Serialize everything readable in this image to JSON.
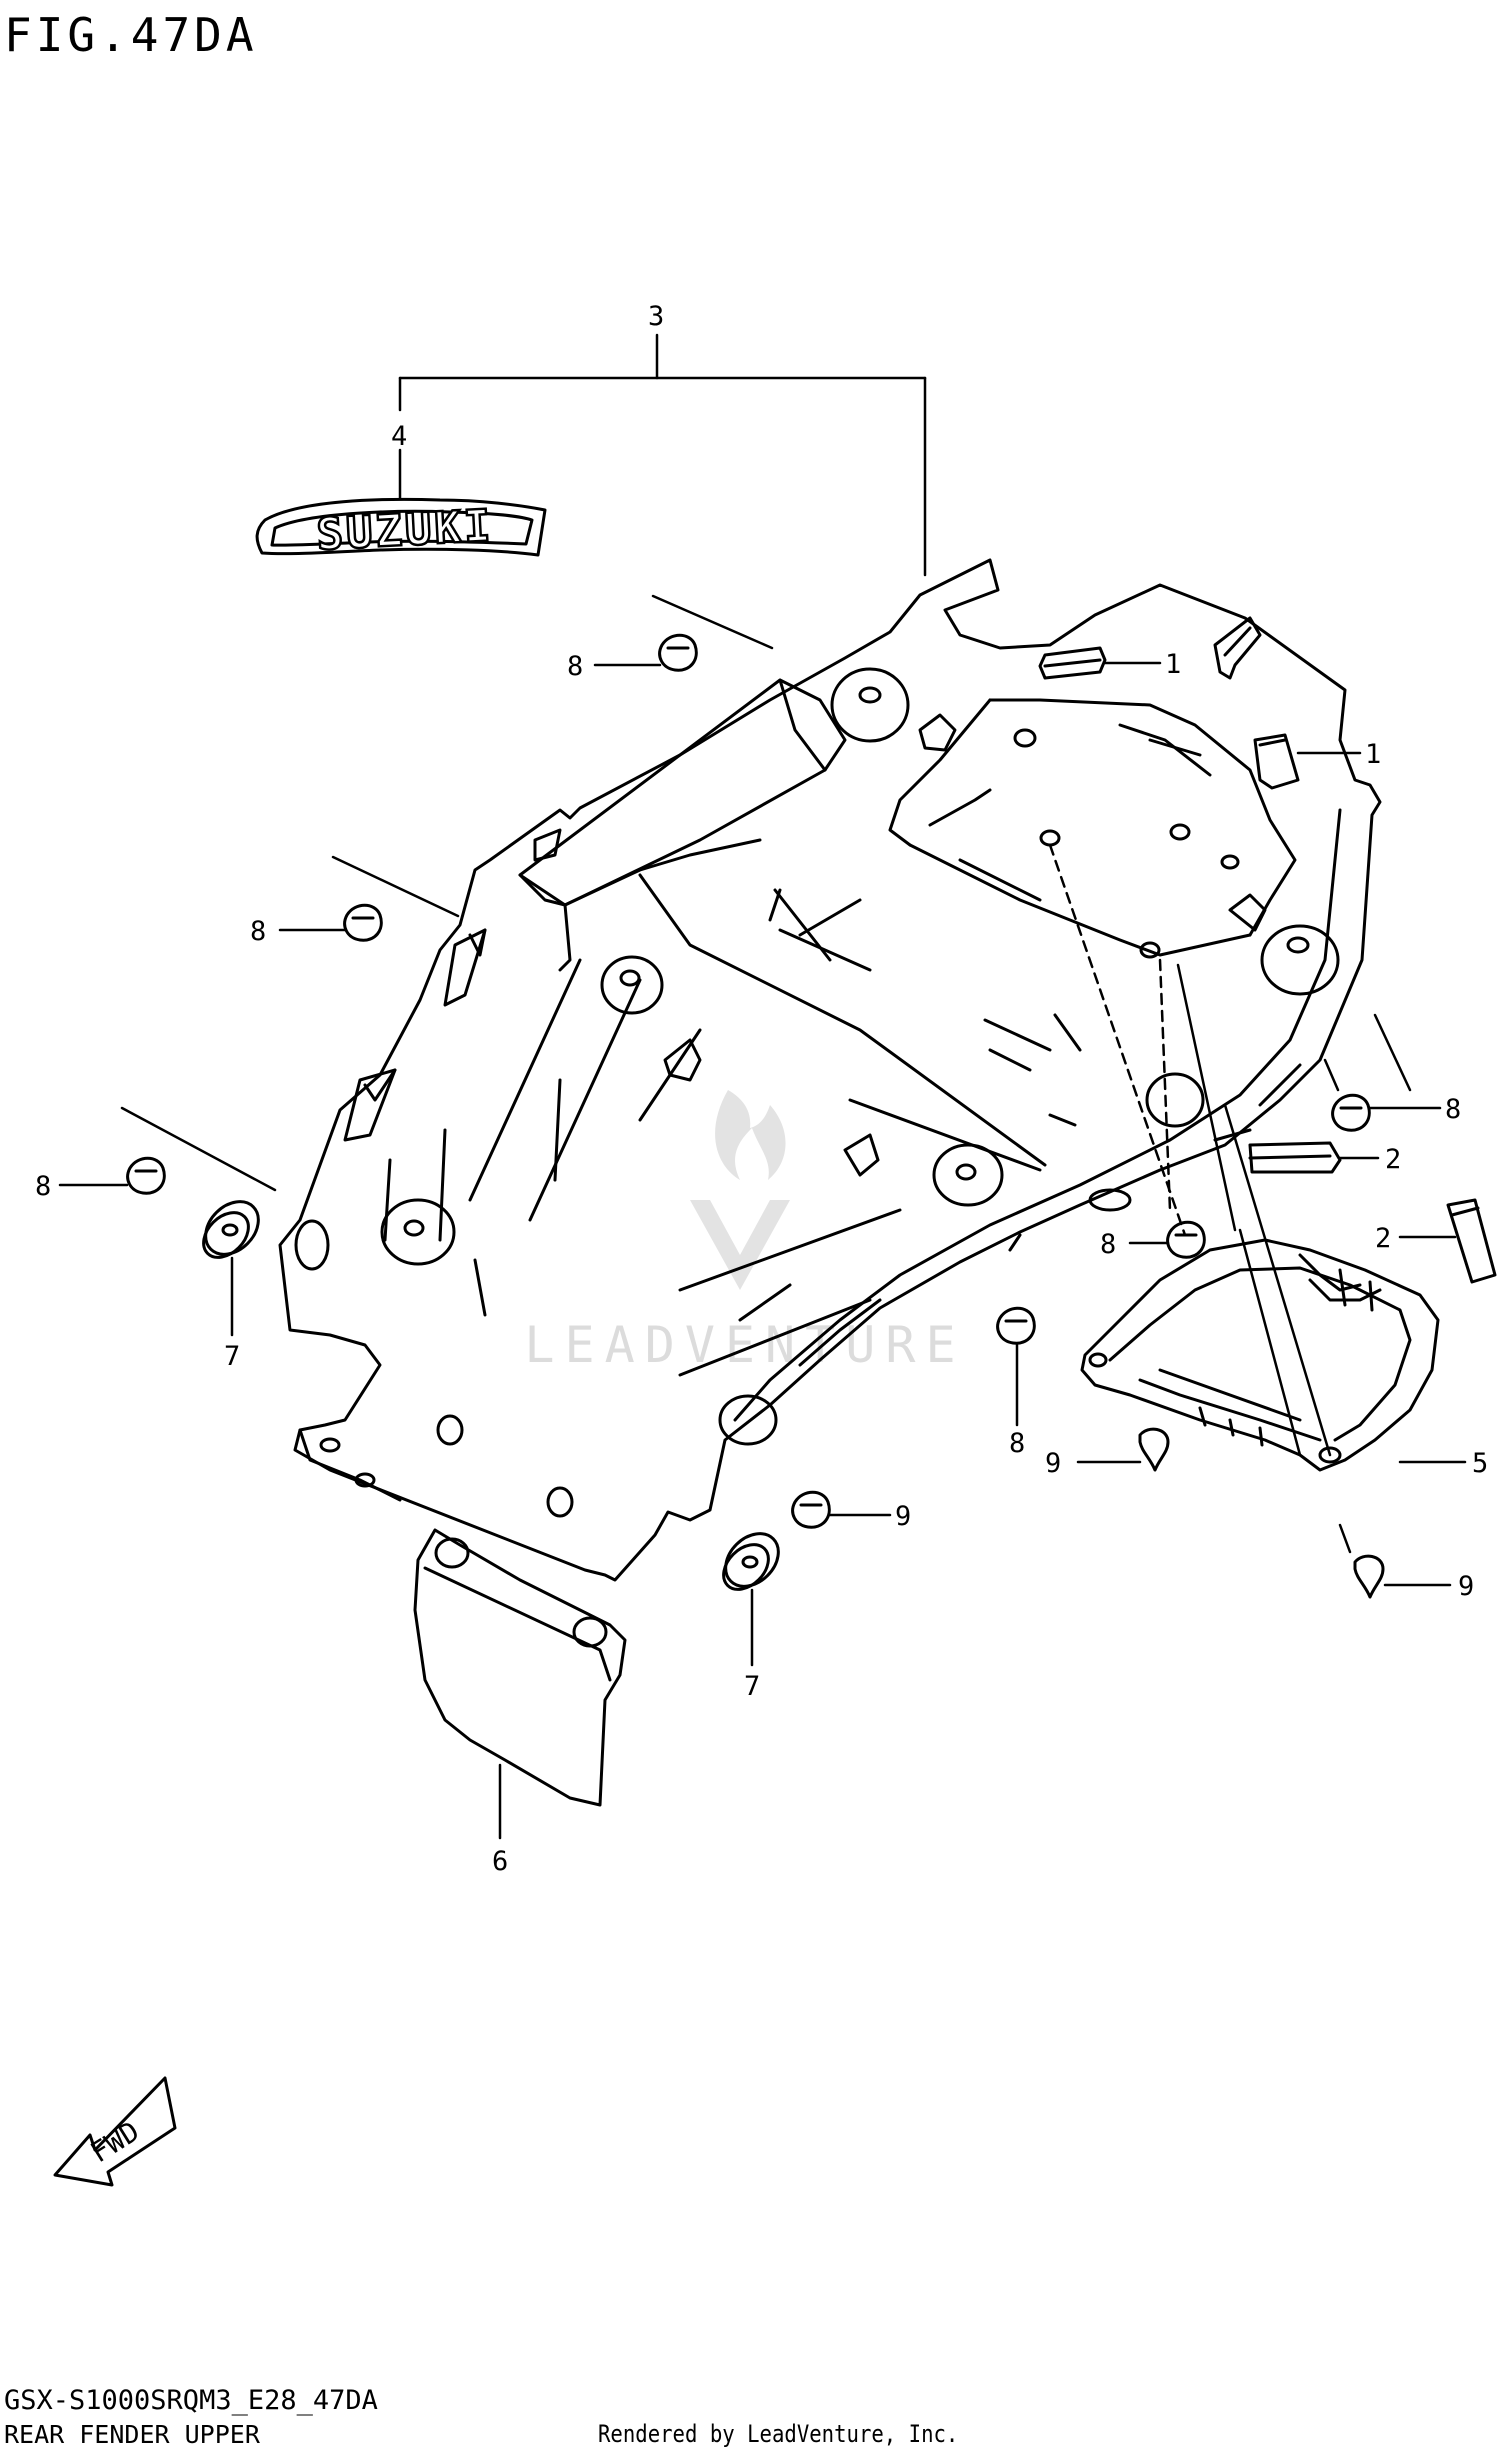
{
  "figure": {
    "title": "FIG.47DA"
  },
  "footer": {
    "model_code": "GSX-S1000SRQM3_E28_47DA",
    "section_name": "REAR FENDER UPPER",
    "credit": "Rendered by LeadVenture, Inc."
  },
  "decal_text": "SUZUKI",
  "direction_label": "FWD",
  "watermark": "LEADVENTURE",
  "callouts": [
    "1",
    "1",
    "2",
    "2",
    "3",
    "4",
    "5",
    "6",
    "7",
    "7",
    "8",
    "8",
    "8",
    "8",
    "8",
    "8",
    "9",
    "9"
  ],
  "colors": {
    "line": "#000000",
    "background": "#ffffff",
    "watermark": "#d9d9d9"
  }
}
